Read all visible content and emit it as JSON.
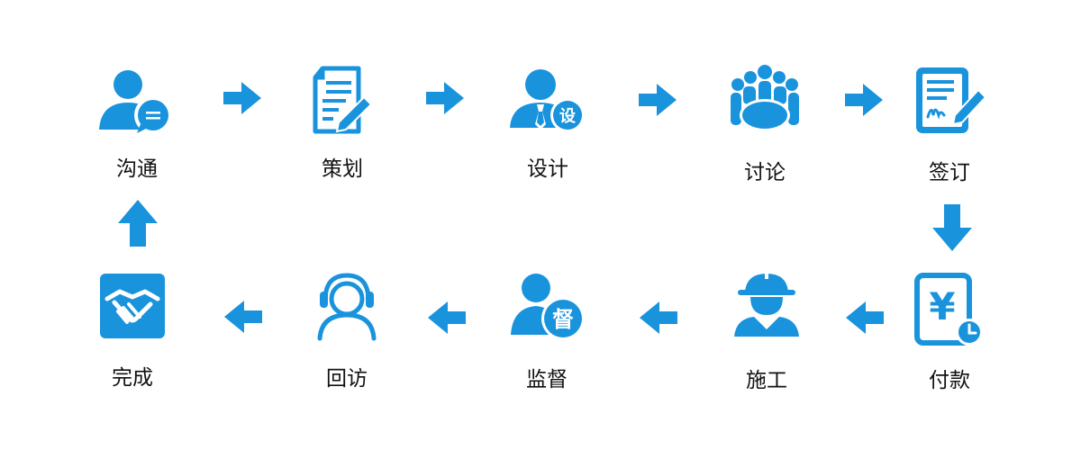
{
  "colors": {
    "accent": "#1a93dd",
    "text": "#111111"
  },
  "steps": [
    {
      "label": "沟通",
      "icon": "user-chat-icon"
    },
    {
      "label": "策划",
      "icon": "document-pen-icon"
    },
    {
      "label": "设计",
      "icon": "designer-icon",
      "badge": "设"
    },
    {
      "label": "讨论",
      "icon": "meeting-icon"
    },
    {
      "label": "签订",
      "icon": "contract-sign-icon"
    },
    {
      "label": "付款",
      "icon": "payment-yen-icon",
      "symbol": "¥"
    },
    {
      "label": "施工",
      "icon": "worker-helmet-icon"
    },
    {
      "label": "监督",
      "icon": "supervisor-icon",
      "badge": "督"
    },
    {
      "label": "回访",
      "icon": "headset-icon"
    },
    {
      "label": "完成",
      "icon": "handshake-icon"
    }
  ]
}
